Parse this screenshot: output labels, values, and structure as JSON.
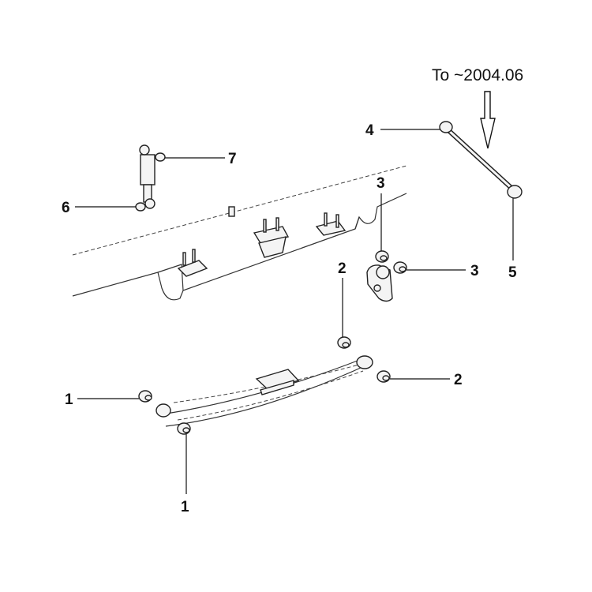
{
  "note": "To ~2004.06",
  "callouts": {
    "c1a": "1",
    "c1b": "1",
    "c2a": "2",
    "c2b": "2",
    "c3a": "3",
    "c3b": "3",
    "c4": "4",
    "c5": "5",
    "c6": "6",
    "c7": "7"
  }
}
